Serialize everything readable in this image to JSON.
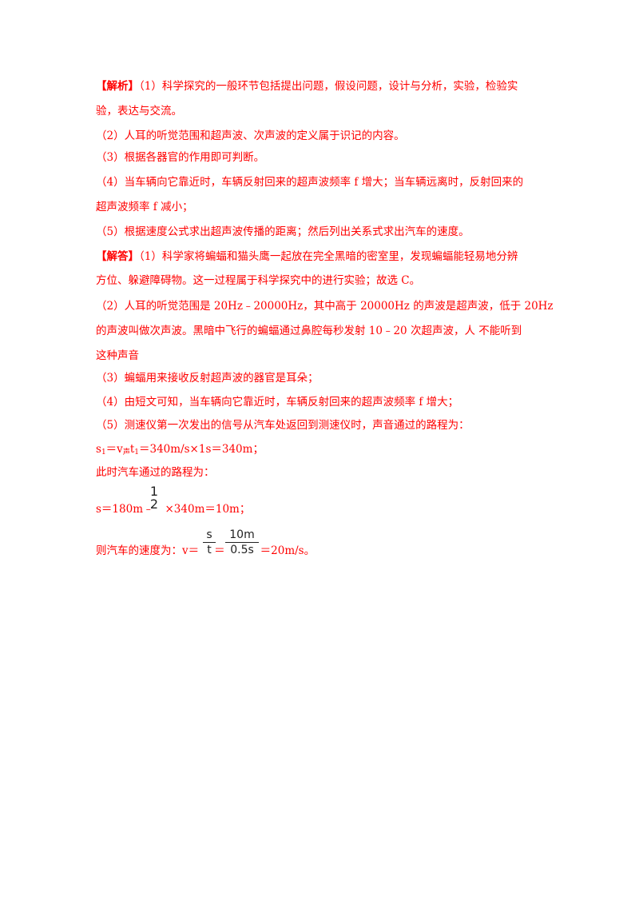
{
  "analysis": {
    "tag": "【解析】",
    "l1": "（1）科学探究的一般环节包括提出问题，假设问题，设计与分析，实验，检验实",
    "l2": "验，表达与交流。",
    "l3": "（2）人耳的听觉范围和超声波、次声波的定义属于识记的内容。",
    "l4": "（3）根据各器官的作用即可判断。",
    "l5": "（4）当车辆向它靠近时，车辆反射回来的超声波频率 f 增大；当车辆远离时，反射回来的",
    "l6": "超声波频率 f 减小；",
    "l7": "（5）根据速度公式求出超声波传播的距离；然后列出关系式求出汽车的速度。"
  },
  "answer": {
    "tag": "【解答】",
    "l1": "（1）科学家将蝙蝠和猫头鹰一起放在完全黑暗的密室里，发现蝙蝠能轻易地分辨",
    "l2": "方位、躲避障碍物。这一过程属于科学探究中的进行实验；故选 C。",
    "l3": "（2）人耳的听觉范围是 20Hz﹣20000Hz，其中高于 20000Hz 的声波是超声波，低于 20Hz",
    "l4": "的声波叫做次声波。黑暗中飞行的蝙蝠通过鼻腔每秒发射 10﹣20 次超声波，人  不能听到",
    "l5": "这种声音",
    "l6": "（3）蝙蝠用来接收反射超声波的器官是耳朵；",
    "l7": "（4）由短文可知，当车辆向它靠近时，车辆反射回来的超声波频率 f 增大；",
    "l8": "（5）测速仪第一次发出的信号从汽车处返回到测速仪时，声音通过的路程为："
  },
  "formulas": {
    "s1_a": "s",
    "s1_sub1": "1",
    "s1_b": "＝v",
    "s1_sub2": "声",
    "s1_c": "t",
    "s1_sub3": "1",
    "s1_d": "＝340m/s×1s＝340m；",
    "car_path_text": "此时汽车通过的路程为：",
    "s_prefix": "s＝180m﹣",
    "half_num": "1",
    "half_den": "2",
    "s_suffix": "×340m＝10m；",
    "v_prefix": "则汽车的速度为：v＝",
    "v_frac1_num": "s",
    "v_frac1_den": "t",
    "v_eq": "＝",
    "v_frac2_num": "10m",
    "v_frac2_den": "0.5s",
    "v_suffix": "＝20m/s。"
  }
}
